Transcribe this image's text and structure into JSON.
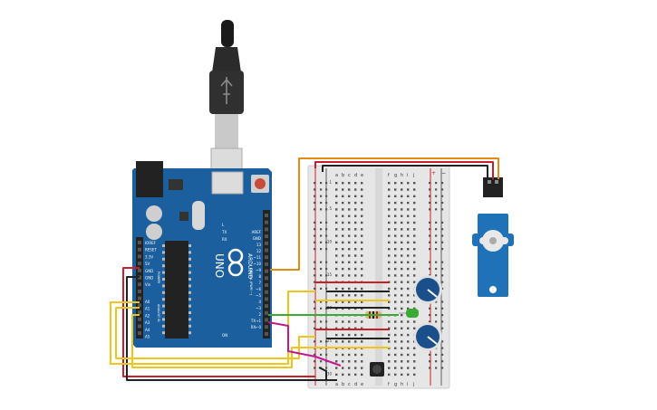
{
  "board": {
    "name": "UNO",
    "brand": "ARDUINO",
    "power_header_label": "POWER",
    "analog_header_label": "ANALOG IN",
    "digital_header_label": "DIGITAL (PWM ~)",
    "power_pins": [
      "IOREF",
      "RESET",
      "3.3V",
      "5V",
      "GND",
      "GND",
      "Vin"
    ],
    "analog_pins": [
      "A0",
      "A1",
      "A2",
      "A3",
      "A4",
      "A5"
    ],
    "digital_pins": [
      "AREF",
      "GND",
      "13",
      "12",
      "~11",
      "~10",
      "~9",
      "8",
      "7",
      "~6",
      "~5",
      "4",
      "~3",
      "2",
      "TX→1",
      "RX←0"
    ],
    "tx_label": "TX",
    "rx_label": "RX",
    "l_label": "L",
    "on_label": "ON"
  },
  "breadboard": {
    "column_letters_left": [
      "a",
      "b",
      "c",
      "d",
      "e"
    ],
    "column_letters_right": [
      "f",
      "g",
      "h",
      "i",
      "j"
    ],
    "row_numbers_left": [
      "1",
      "5",
      "10",
      "15",
      "20",
      "25",
      "30"
    ],
    "plus_label": "+",
    "minus_label": "−"
  },
  "colors": {
    "board": "#1b5f9e",
    "wire_red": "#c8202a",
    "wire_black": "#222222",
    "wire_orange": "#e28b12",
    "wire_yellow": "#f0c419",
    "wire_green": "#3aa935",
    "wire_magenta": "#c2188f",
    "servo": "#1f72b8"
  }
}
